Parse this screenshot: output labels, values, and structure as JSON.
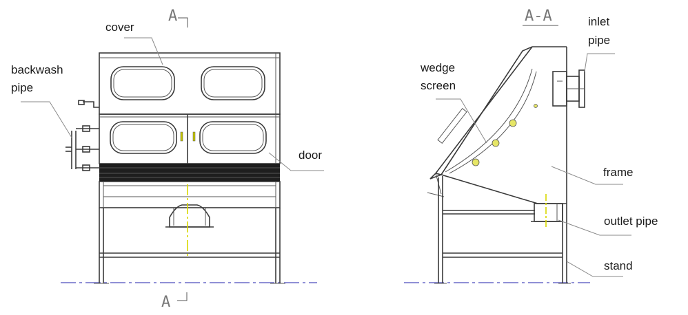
{
  "sections": {
    "top_mark": "A",
    "bottom_mark": "A",
    "side_title": "A-A"
  },
  "labels": {
    "cover": "cover",
    "backwash_pipe_line1": "backwash",
    "backwash_pipe_line2": "pipe",
    "door": "door",
    "wedge_screen_line1": "wedge",
    "wedge_screen_line2": "screen",
    "inlet_pipe_line1": "inlet",
    "inlet_pipe_line2": "pipe",
    "frame": "frame",
    "outlet_pipe": "outlet pipe",
    "stand": "stand"
  },
  "colors": {
    "line": "#3a3a3a",
    "centerline": "#6a6ac8",
    "axis_mark": "#d8d800",
    "screen_band": "#1e1e1e"
  }
}
